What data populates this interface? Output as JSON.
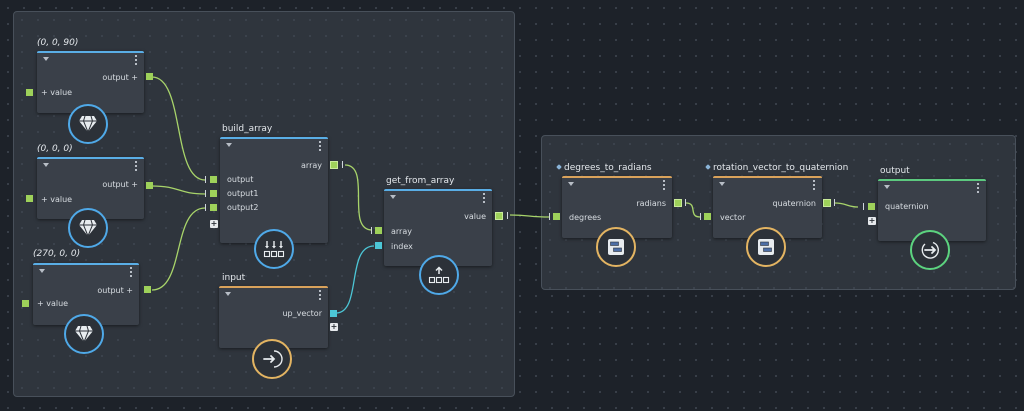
{
  "nodes": {
    "const1": {
      "title": "(0, 0, 90)",
      "output_label": "output",
      "value_label": "value",
      "icon": "diamond-icon"
    },
    "const2": {
      "title": "(0, 0, 0)",
      "output_label": "output",
      "value_label": "value",
      "icon": "diamond-icon"
    },
    "const3": {
      "title": "(270, 0, 0)",
      "output_label": "output",
      "value_label": "value",
      "icon": "diamond-icon"
    },
    "build_array": {
      "title": "build_array",
      "out_label": "array",
      "inputs": [
        "output",
        "output1",
        "output2"
      ],
      "icon": "build-array-icon"
    },
    "input": {
      "title": "input",
      "out_label": "up_vector",
      "icon": "input-arrow-icon"
    },
    "get_from_array": {
      "title": "get_from_array",
      "out_label": "value",
      "inputs": [
        "array",
        "index"
      ],
      "icon": "get-from-array-icon"
    },
    "degrees_to_radians": {
      "title": "degrees_to_radians",
      "in_label": "degrees",
      "out_label": "radians",
      "icon": "compound-node-icon"
    },
    "rotation_vector_to_quaternion": {
      "title": "rotation_vector_to_quaternion",
      "in_label": "vector",
      "out_label": "quaternion",
      "icon": "compound-node-icon"
    },
    "output": {
      "title": "output",
      "in_label": "quaternion",
      "icon": "output-arrow-icon"
    }
  },
  "colors": {
    "value_pin": "#9ed15a",
    "index_pin": "#4cc6d6",
    "wire_value": "#a8d46a",
    "wire_index": "#4cc6d6",
    "constant_bar": "#5aaee6",
    "compound_bar": "#d9a25b",
    "output_bar": "#5cc97f"
  }
}
